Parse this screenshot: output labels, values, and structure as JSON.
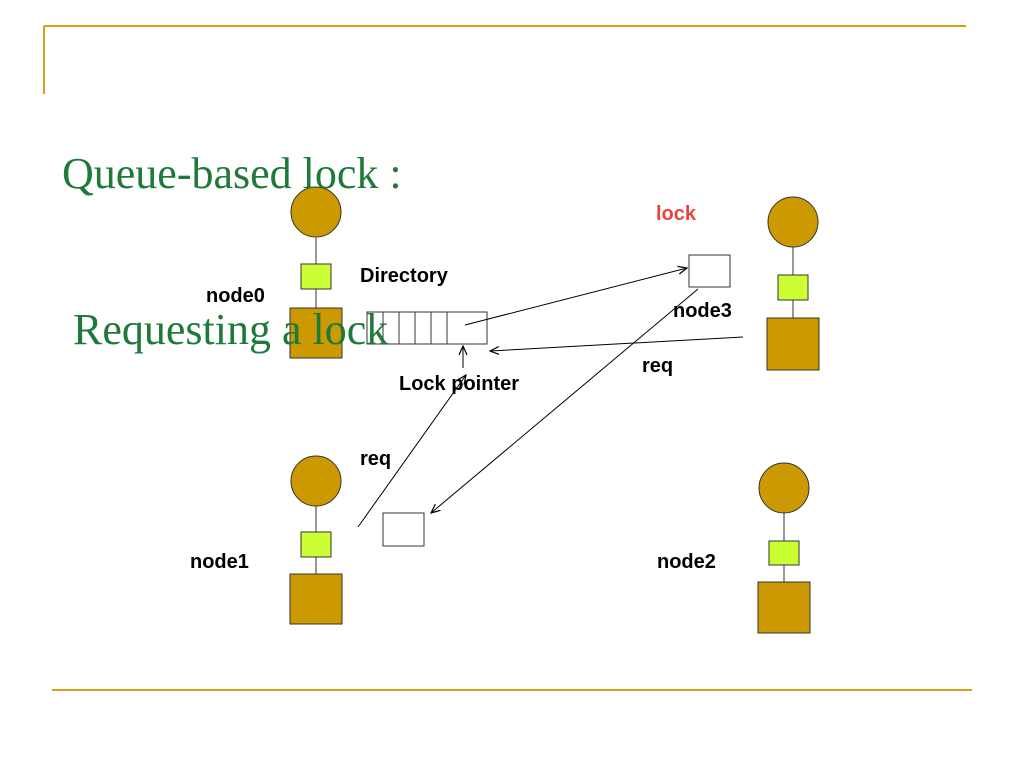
{
  "slide": {
    "title_line1": "Queue-based lock :",
    "title_line2": " Requesting a lock"
  },
  "diagram": {
    "labels": {
      "node0": "node0",
      "node1": "node1",
      "node2": "node2",
      "node3": "node3",
      "directory": "Directory",
      "lock_pointer": "Lock pointer",
      "lock": "lock",
      "req_upper": "req",
      "req_lower": "req"
    },
    "colors": {
      "title": "#1f7a3a",
      "accent_rule": "#d4a017",
      "node_body": "#cc9900",
      "node_link": "#ccff33",
      "lock_label": "#e8453c"
    }
  }
}
